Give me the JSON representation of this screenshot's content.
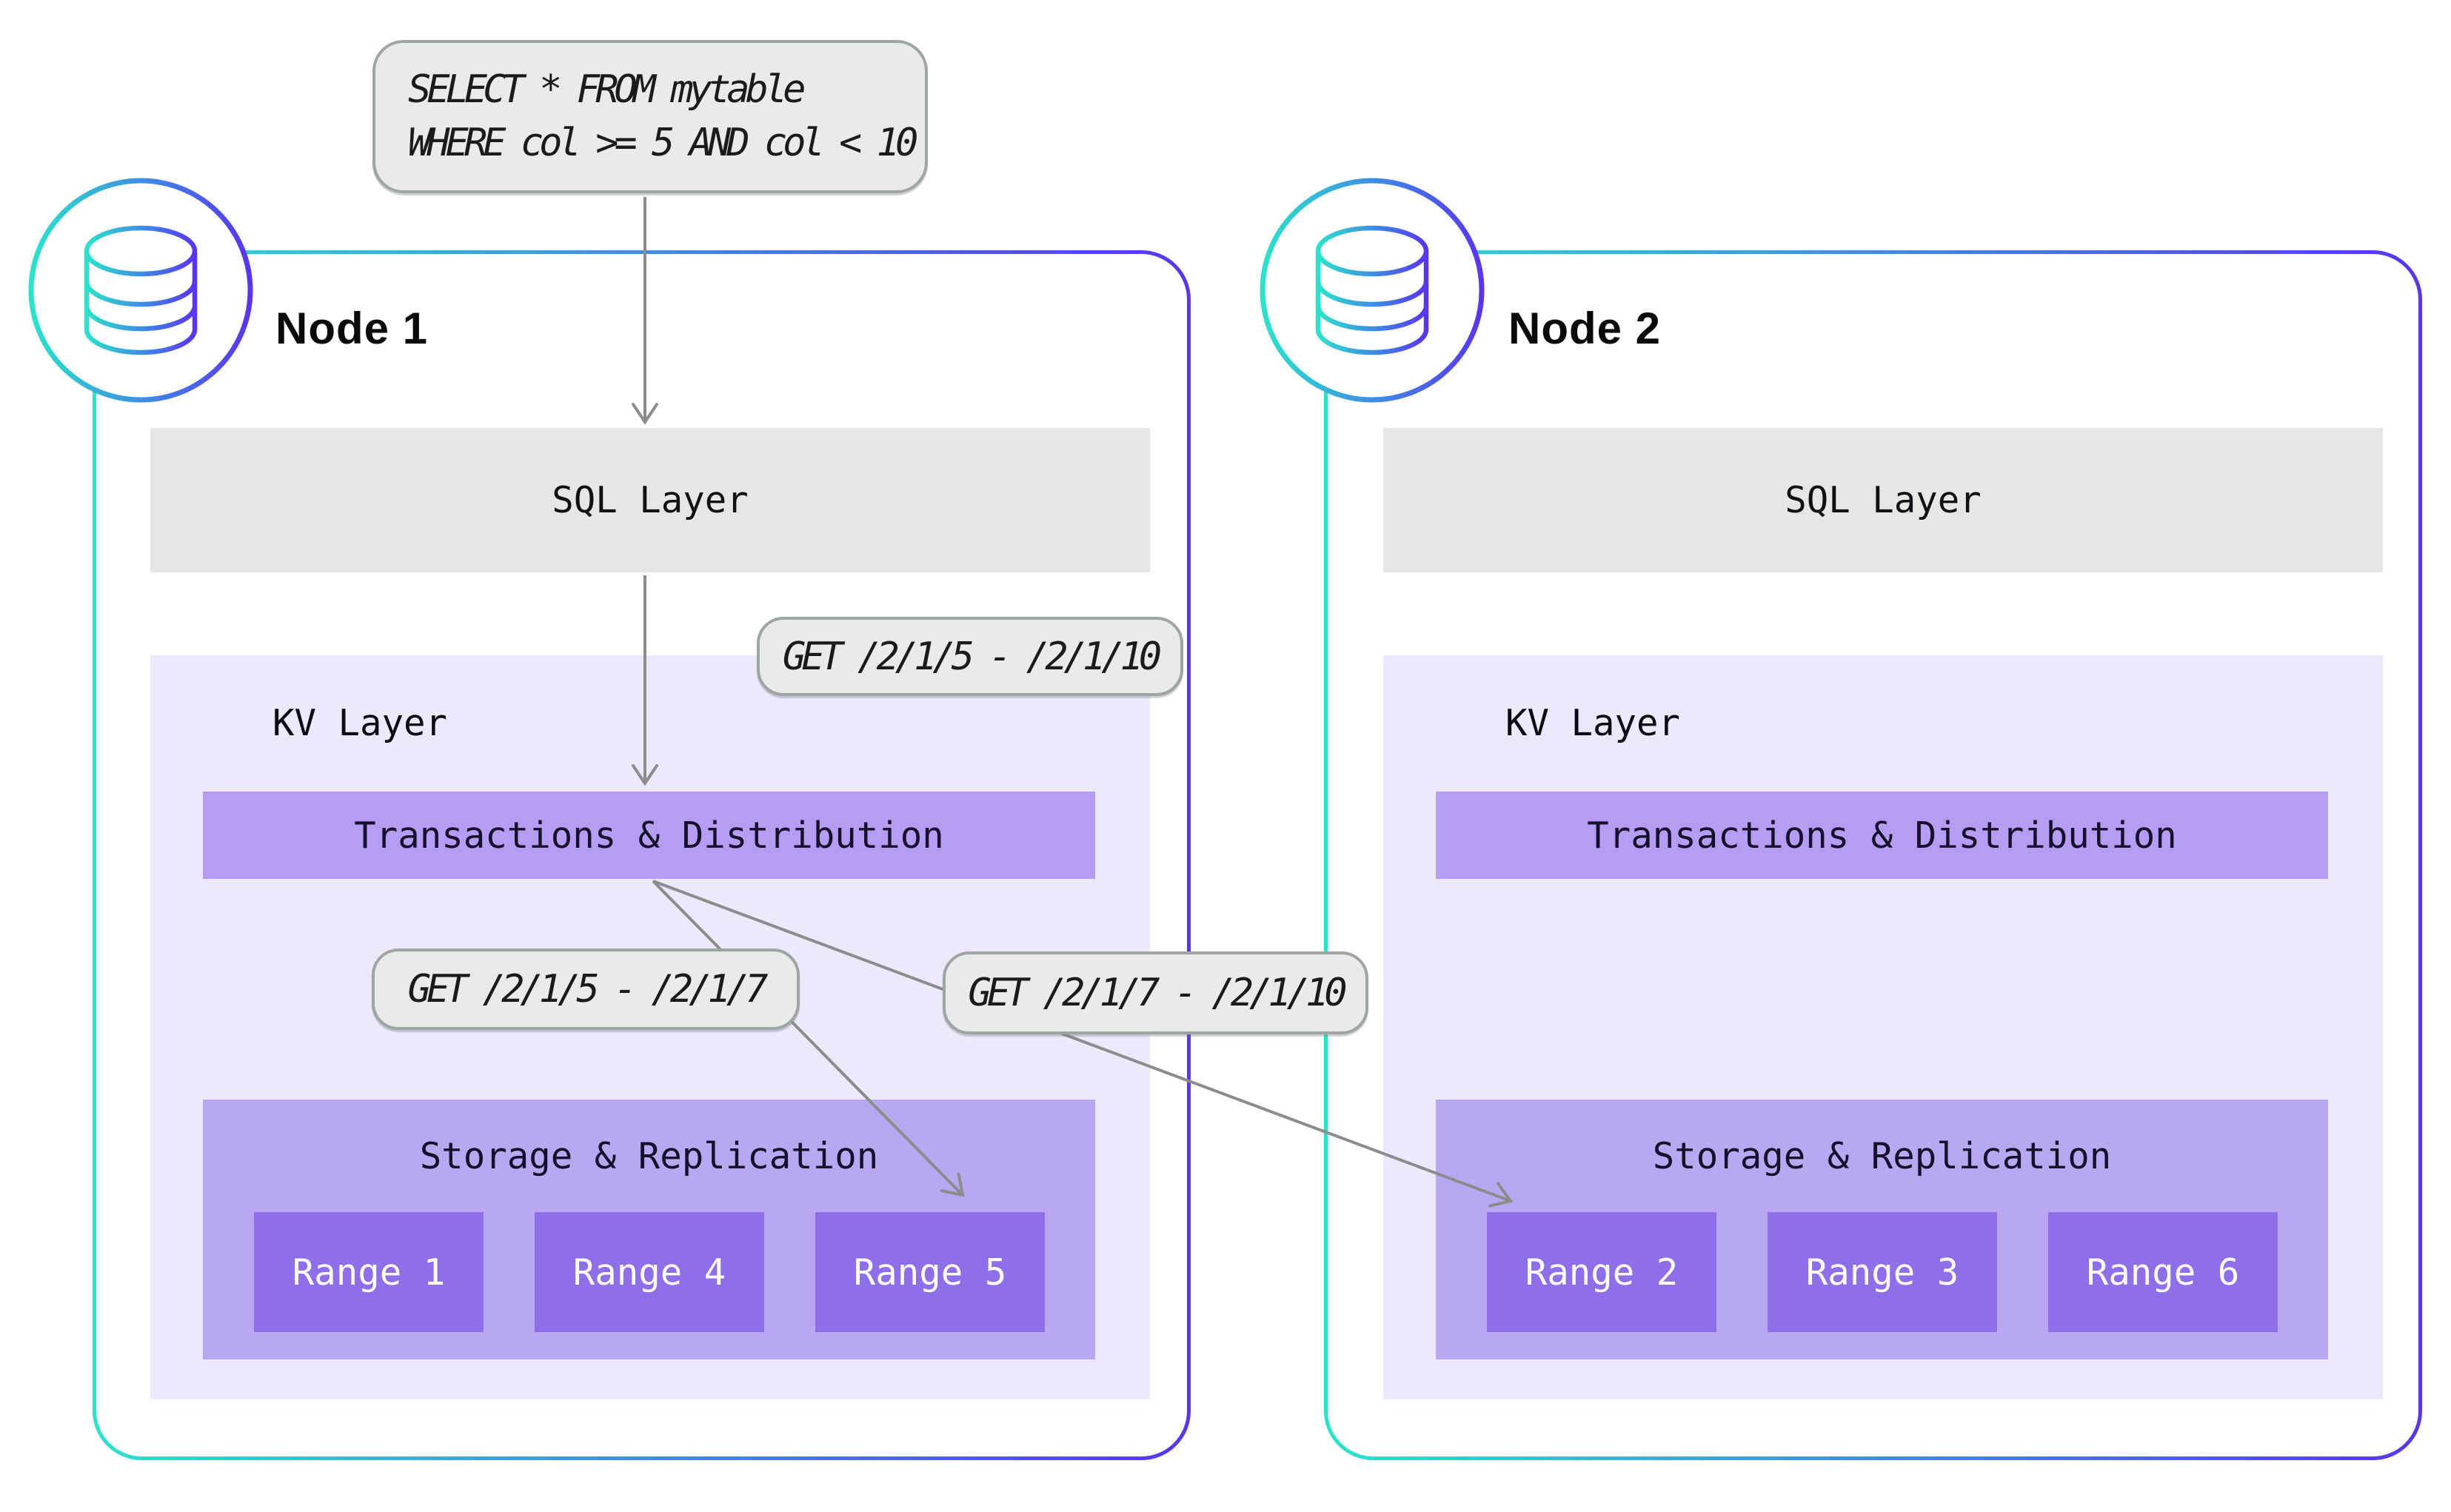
{
  "query_callout": {
    "lines": [
      "SELECT * FROM mytable",
      "WHERE col >= 5 AND col < 10"
    ]
  },
  "get_callouts": {
    "full_range": "GET /2/1/5 - /2/1/10",
    "left_split": "GET /2/1/5 - /2/1/7",
    "right_split": "GET /2/1/7 - /2/1/10"
  },
  "nodes": [
    {
      "title": "Node 1",
      "sql_layer_label": "SQL Layer",
      "kv_layer_label": "KV Layer",
      "transactions_label": "Transactions & Distribution",
      "storage_label": "Storage & Replication",
      "ranges": [
        "Range 1",
        "Range 4",
        "Range 5"
      ]
    },
    {
      "title": "Node 2",
      "sql_layer_label": "SQL Layer",
      "kv_layer_label": "KV Layer",
      "transactions_label": "Transactions & Distribution",
      "storage_label": "Storage & Replication",
      "ranges": [
        "Range 2",
        "Range 3",
        "Range 6"
      ]
    }
  ],
  "colors": {
    "gradient_start": "#2BE3CB",
    "gradient_mid": "#3F86E6",
    "gradient_end": "#5A34F0",
    "callout_bg": "#E9EBEA",
    "callout_border": "#9FA5A3",
    "sql_layer_bg": "#E5E7E6",
    "kv_layer_bg": "#EDE8FC",
    "transactions_bg": "#B49DF2",
    "storage_bg": "#B9A8F1",
    "range_bg": "#8F6EE9",
    "arrow": "#8C8C8C"
  }
}
